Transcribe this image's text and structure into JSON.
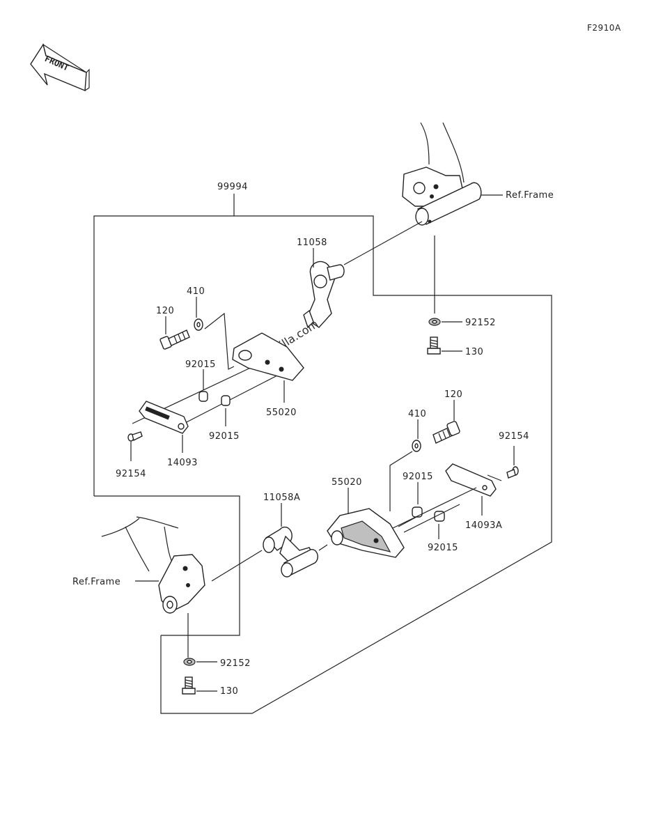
{
  "diagram_code": "F2910A",
  "front_label": "FRONT",
  "watermark": "©Partzilla.com",
  "parts": {
    "p99994": "99994",
    "p11058": "11058",
    "p11058A": "11058A",
    "p410_upper": "410",
    "p410_lower": "410",
    "p120_upper": "120",
    "p120_lower": "120",
    "p92015_a": "92015",
    "p92015_b": "92015",
    "p92015_c": "92015",
    "p92015_d": "92015",
    "p55020_upper": "55020",
    "p55020_lower": "55020",
    "p14093": "14093",
    "p14093A": "14093A",
    "p92154_upper": "92154",
    "p92154_lower": "92154",
    "p92152_upper": "92152",
    "p92152_lower": "92152",
    "p130_upper": "130",
    "p130_lower": "130",
    "ref_frame_upper": "Ref.Frame",
    "ref_frame_lower": "Ref.Frame"
  }
}
